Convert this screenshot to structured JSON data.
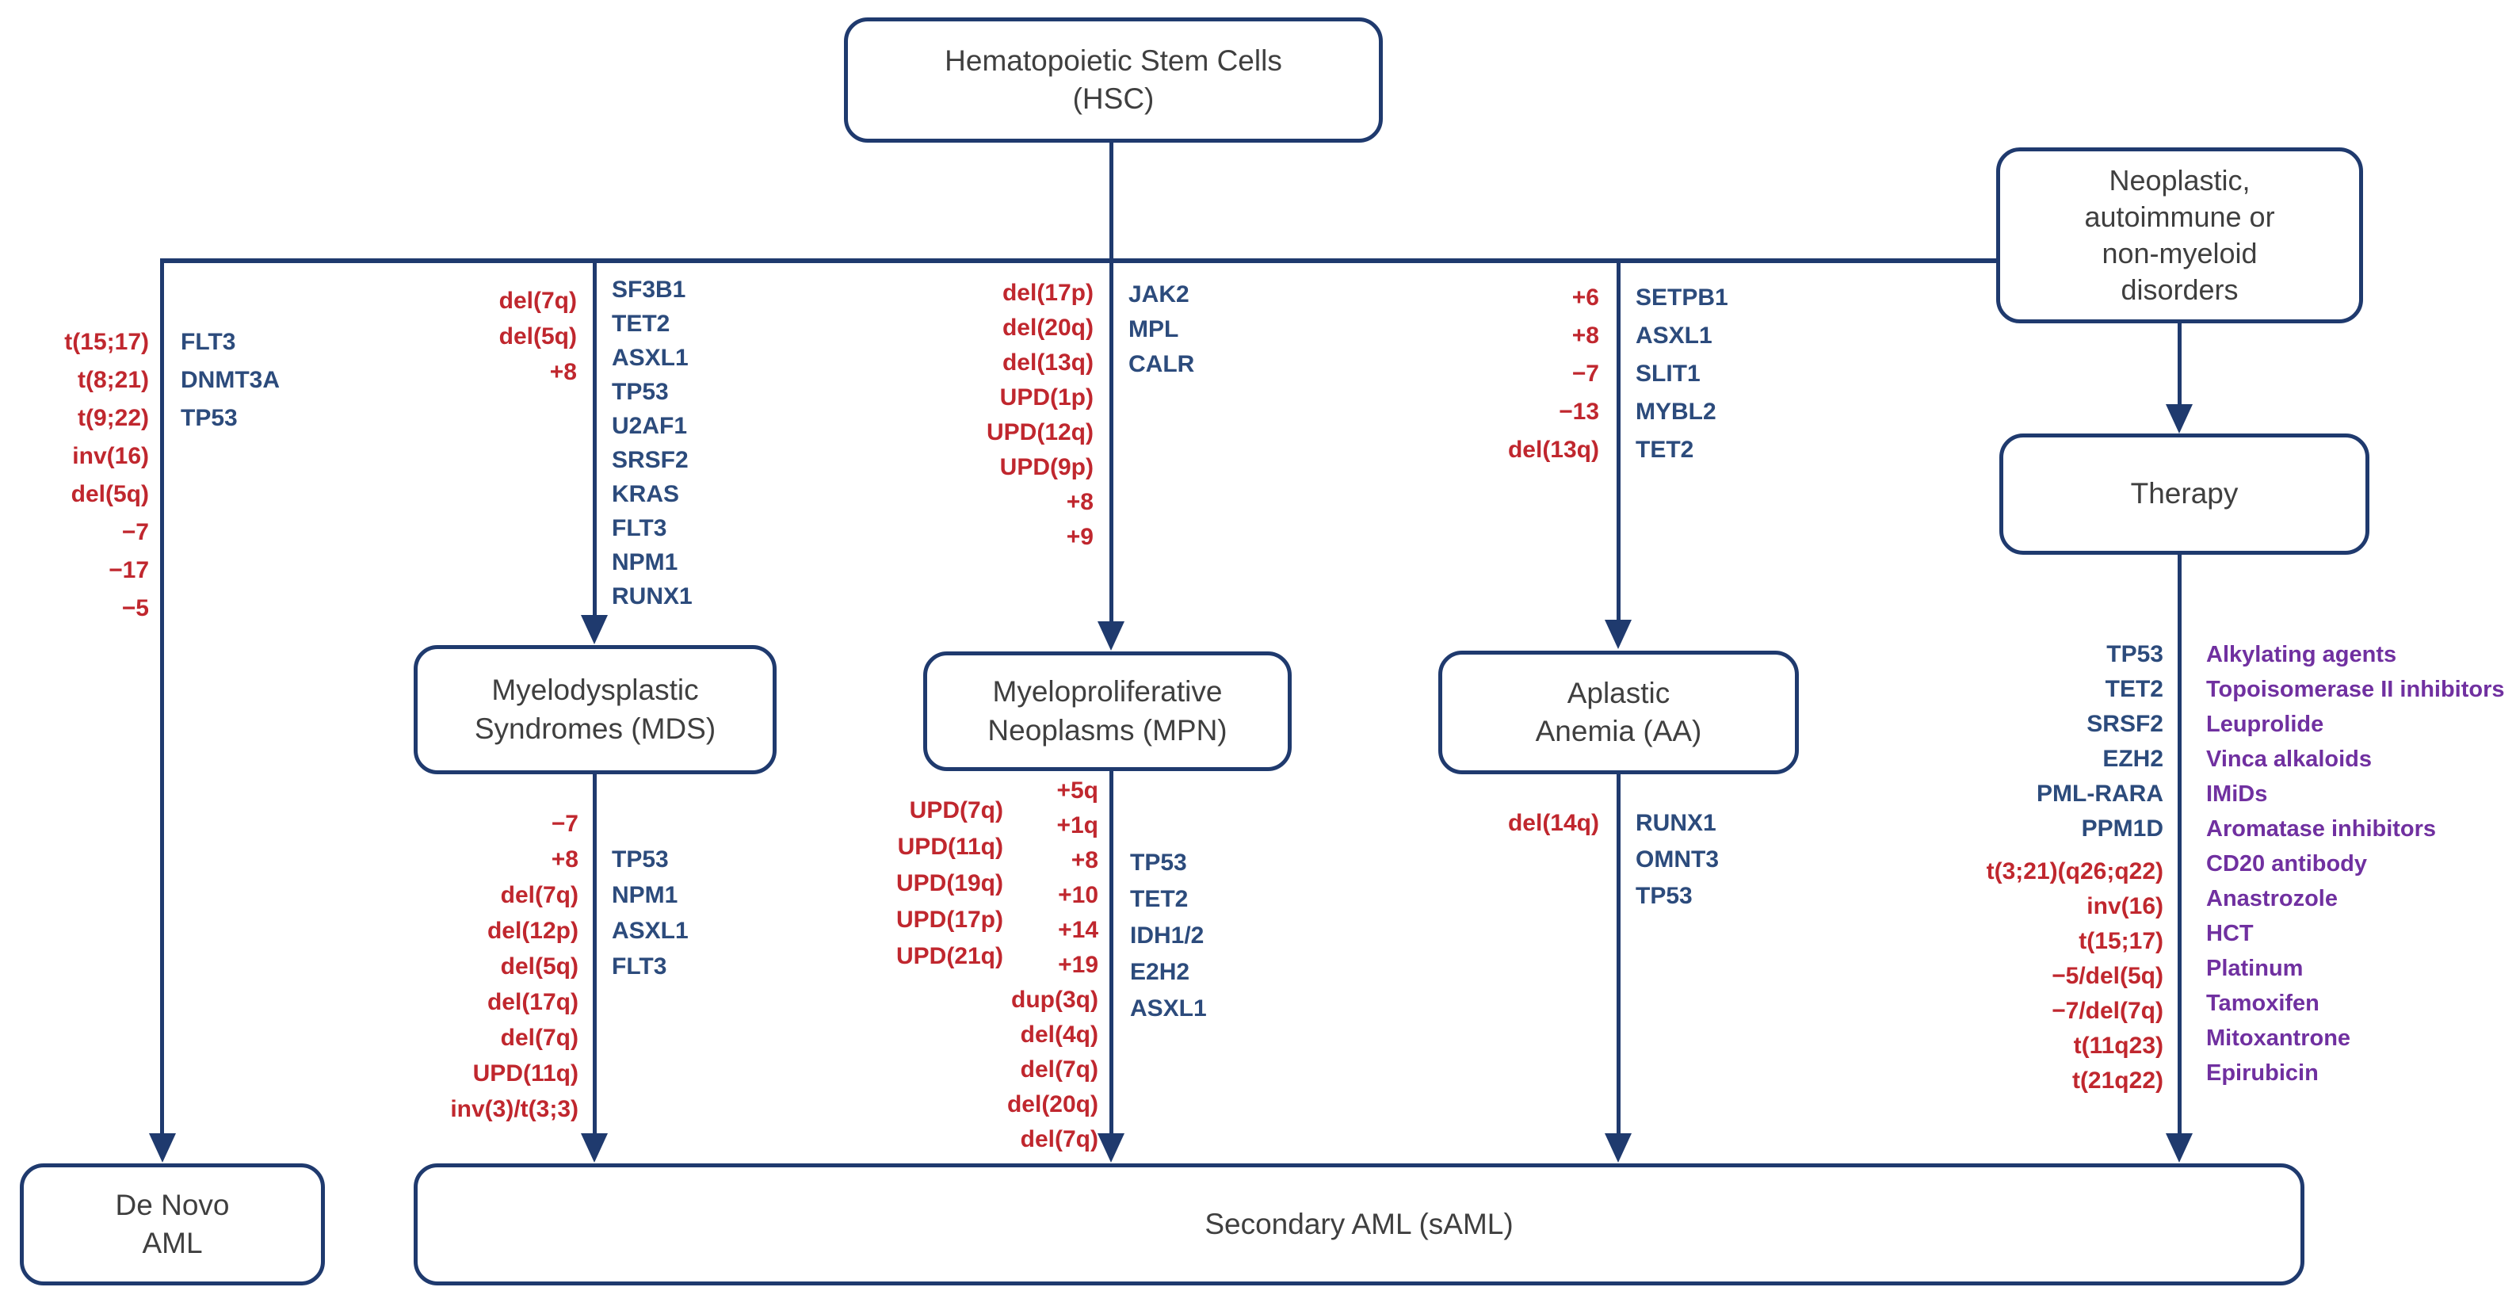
{
  "diagram": {
    "nodes": {
      "hsc": "Hematopoietic Stem Cells\n(HSC)",
      "neoplastic": "Neoplastic,\nautoimmune or\nnon-myeloid\ndisorders",
      "therapy": "Therapy",
      "mds": "Myelodysplastic\nSyndromes (MDS)",
      "mpn": "Myeloproliferative\nNeoplasms (MPN)",
      "aa": "Aplastic\nAnemia (AA)",
      "denovo": "De Novo\nAML",
      "saml": "Secondary AML (sAML)"
    },
    "lists": {
      "denovo_path": {
        "cytogenetics": [
          "t(15;17)",
          "t(8;21)",
          "t(9;22)",
          "inv(16)",
          "del(5q)",
          "−7",
          "−17",
          "−5"
        ],
        "genes": [
          "FLT3",
          "DNMT3A",
          "TP53"
        ]
      },
      "mds_top": {
        "cytogenetics": [
          "del(7q)",
          "del(5q)",
          "+8"
        ],
        "genes": [
          "SF3B1",
          "TET2",
          "ASXL1",
          "TP53",
          "U2AF1",
          "SRSF2",
          "KRAS",
          "FLT3",
          "NPM1",
          "RUNX1"
        ]
      },
      "mds_bottom": {
        "cytogenetics": [
          "−7",
          "+8",
          "del(7q)",
          "del(12p)",
          "del(5q)",
          "del(17q)",
          "del(7q)",
          "UPD(11q)",
          "inv(3)/t(3;3)"
        ],
        "genes": [
          "TP53",
          "NPM1",
          "ASXL1",
          "FLT3"
        ]
      },
      "mpn_top": {
        "cytogenetics": [
          "del(17p)",
          "del(20q)",
          "del(13q)",
          "UPD(1p)",
          "UPD(12q)",
          "UPD(9p)",
          "+8",
          "+9"
        ],
        "genes": [
          "JAK2",
          "MPL",
          "CALR"
        ]
      },
      "mpn_bottom": {
        "cytogenetics_upd": [
          "UPD(7q)",
          "UPD(11q)",
          "UPD(19q)",
          "UPD(17p)",
          "UPD(21q)"
        ],
        "cytogenetics": [
          "+5q",
          "+1q",
          "+8",
          "+10",
          "+14",
          "+19",
          "dup(3q)",
          "del(4q)",
          "del(7q)",
          "del(20q)",
          "del(7q)"
        ],
        "genes": [
          "TP53",
          "TET2",
          "IDH1/2",
          "E2H2",
          "ASXL1"
        ]
      },
      "aa_top": {
        "cytogenetics": [
          "+6",
          "+8",
          "−7",
          "−13",
          "del(13q)"
        ],
        "genes": [
          "SETPB1",
          "ASXL1",
          "SLIT1",
          "MYBL2",
          "TET2"
        ]
      },
      "aa_bottom": {
        "cytogenetics": [
          "del(14q)"
        ],
        "genes": [
          "RUNX1",
          "OMNT3",
          "TP53"
        ]
      },
      "therapy_path": {
        "genes": [
          "TP53",
          "TET2",
          "SRSF2",
          "EZH2",
          "PML-RARA",
          "PPM1D"
        ],
        "cytogenetics": [
          "t(3;21)(q26;q22)",
          "inv(16)",
          "t(15;17)",
          "−5/del(5q)",
          "−7/del(7q)",
          "t(11q23)",
          "t(21q22)"
        ],
        "agents": [
          "Alkylating agents",
          "Topoisomerase II inhibitors",
          "Leuprolide",
          "Vinca alkaloids",
          "IMiDs",
          "Aromatase inhibitors",
          "CD20 antibody",
          "Anastrozole",
          "HCT",
          "Platinum",
          "Tamoxifen",
          "Mitoxantrone",
          "Epirubicin"
        ]
      }
    },
    "colors": {
      "line": "#1f3a6e",
      "cytogenetics_red": "#c0272e",
      "genes_blue": "#2c4b7c",
      "agents_purple": "#7030a0",
      "node_text": "#3f3f3f"
    }
  }
}
